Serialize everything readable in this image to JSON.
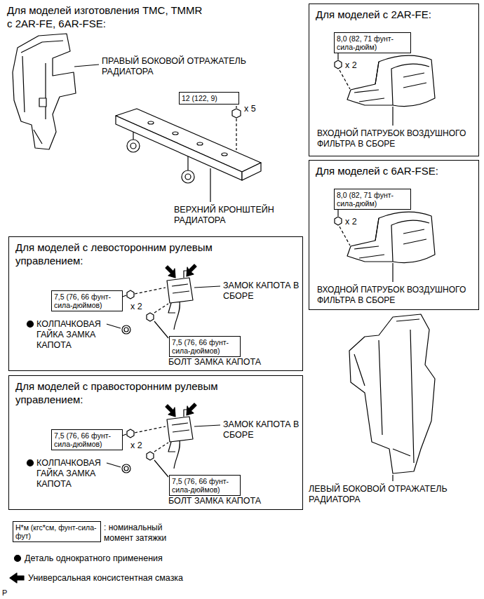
{
  "diagram": {
    "nodes": [
      {
        "text": [
          "12 (122, 9)"
        ]
      },
      {
        "text": [
          "Для моделей с левосторонним рулевым управлением:"
        ]
      },
      {
        "text": [
          "7,5 (76, 66 фунт-сила-дюймов)"
        ],
        "in": 1
      },
      {
        "text": [
          "7,5 (76, 66 фунт-сила-дюймов)"
        ],
        "in": 1
      },
      {
        "text": [
          "Для моделей с правосторонним рулевым управлением:"
        ]
      },
      {
        "text": [
          "7,5 (76, 66 фунт-сила-дюймов)"
        ],
        "in": 4
      },
      {
        "text": [
          "7,5 (76, 66 фунт-сила-дюймов)"
        ],
        "in": 4
      },
      {
        "text": [
          "Для моделей с 2AR-FE:"
        ]
      },
      {
        "text": [
          "8,0 (82, 71 фунт-сила-дюйм)"
        ],
        "in": 7
      },
      {
        "text": [
          "Для моделей с 6AR-FSE:"
        ]
      },
      {
        "text": [
          "8,0 (82, 71 фунт-сила-дюйм)"
        ],
        "in": 9
      },
      {
        "text": [
          "Н*м (кгс*см, фунт-сила-фут)"
        ]
      }
    ],
    "labels": [
      "Для моделей изготовления TMC, TMMR с 2AR-FE, 6AR-FSE:",
      "ПРАВЫЙ БОКОВОЙ ОТРАЖАТЕЛЬ РАДИАТОРА",
      "x 5",
      "ВЕРХНИЙ КРОНШТЕЙН РАДИАТОРА",
      "x 2",
      "ЗАМОК КАПОТА В СБОРЕ",
      "КОЛПАЧКОВАЯ ГАЙКА ЗАМКА КАПОТА",
      "БОЛТ ЗАМКА КАПОТА",
      "x 2",
      "ЗАМОК КАПОТА В СБОРЕ",
      "КОЛПАЧКОВАЯ ГАЙКА ЗАМКА КАПОТА",
      "БОЛТ ЗАМКА КАПОТА",
      "x 2",
      "ВХОДНОЙ ПАТРУБОК ВОЗДУШНОГО ФИЛЬТРА В СБОРЕ",
      "x 2",
      "ВХОДНОЙ ПАТРУБОК ВОЗДУШНОГО ФИЛЬТРА В СБОРЕ",
      "ЛЕВЫЙ БОКОВОЙ ОТРАЖАТЕЛЬ РАДИАТОРА",
      "P"
    ],
    "legend": [
      {
        "text": ": номинальный момент затяжки"
      },
      {
        "text": "Деталь однократного применения"
      },
      {
        "text": "Универсальная консистентная смазка"
      }
    ]
  }
}
